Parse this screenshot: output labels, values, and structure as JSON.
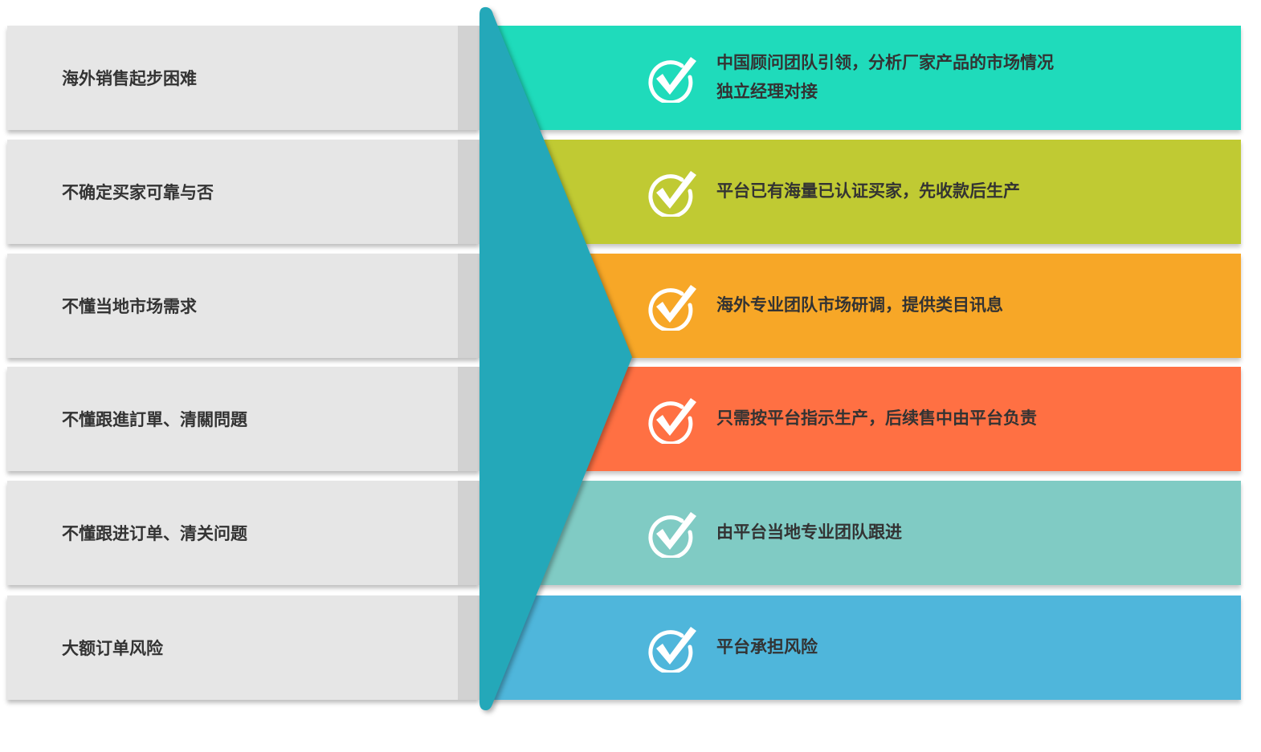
{
  "problems": [
    "海外销售起步困难",
    "不确定买家可靠与否",
    "不懂当地市场需求",
    "不懂跟進訂單、清關問題",
    "不懂跟进订单、清关问题",
    "大额订单风险"
  ],
  "solutions": [
    {
      "lines": [
        "中国顾问团队引领，分析厂家产品的市场情况",
        "独立经理对接"
      ],
      "color": "#1fdbbb"
    },
    {
      "lines": [
        "平台已有海量已认证买家，先收款后生产"
      ],
      "color": "#c0ca33"
    },
    {
      "lines": [
        "海外专业团队市场研调，提供类目讯息"
      ],
      "color": "#f7a727"
    },
    {
      "lines": [
        "只需按平台指示生产，后续售中由平台负责"
      ],
      "color": "#ff7043"
    },
    {
      "lines": [
        "由平台当地专业团队跟进"
      ],
      "color": "#80cbc4"
    },
    {
      "lines": [
        "平台承担风险"
      ],
      "color": "#4fb6db"
    }
  ],
  "funnel_color": "#24a8b9",
  "icons": {
    "solution": "check-circle-icon"
  }
}
